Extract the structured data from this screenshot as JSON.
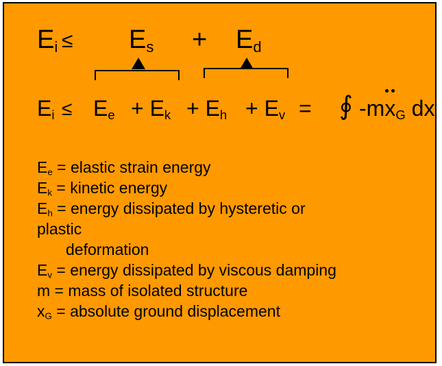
{
  "eq1": {
    "lhs": "E",
    "lhs_sub": "i",
    "leq": "≤",
    "t1": "E",
    "t1_sub": "s",
    "plus": "+",
    "t2": "E",
    "t2_sub": "d"
  },
  "eq2": {
    "lhs": "E",
    "lhs_sub": "i",
    "leq": "≤",
    "t1": "E",
    "t1_sub": "e",
    "t2": "+ E",
    "t2_sub": "k",
    "t3": "+ E",
    "t3_sub": "h",
    "t4": "+ E",
    "t4_sub": "v",
    "equals": "=",
    "integral": "∮",
    "integrand": "-mx",
    "integrand_sub": "G",
    "dx": "dx"
  },
  "definitions": [
    {
      "sym": "E",
      "sub": "e",
      "text": "= elastic strain energy"
    },
    {
      "sym": "E",
      "sub": "k",
      "text": "= kinetic energy"
    },
    {
      "sym": "E",
      "sub": "h",
      "text": "= energy dissipated by hysteretic or"
    },
    {
      "sym": "",
      "sub": "",
      "text": "plastic"
    },
    {
      "sym": "",
      "sub": "",
      "text": "deformation"
    },
    {
      "sym": "E",
      "sub": "v",
      "text": "= energy dissipated by viscous damping"
    },
    {
      "sym": "",
      "sub": "",
      "text": "m = mass of isolated structure"
    },
    {
      "sym": "x",
      "sub": "G",
      "text": "= absolute ground displacement"
    }
  ],
  "colors": {
    "background": "#ff9900",
    "border": "#000000",
    "text": "#000000"
  }
}
